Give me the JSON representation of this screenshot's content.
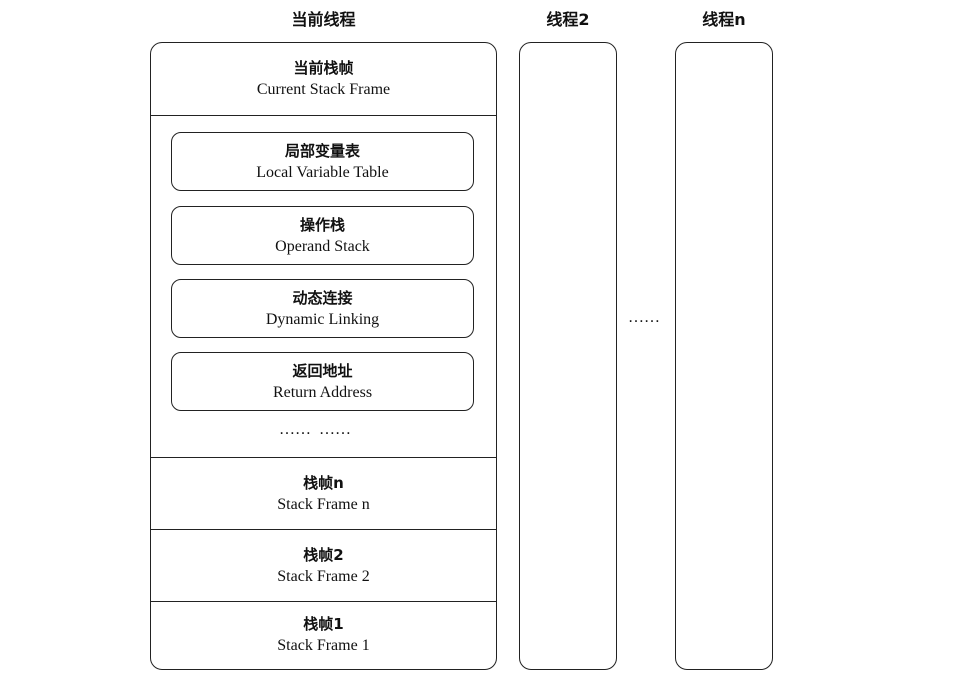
{
  "columns": {
    "current_thread": "当前线程",
    "thread2": "线程2",
    "thread_n": "线程n"
  },
  "current_frame": {
    "zh": "当前栈帧",
    "en": "Current Stack Frame"
  },
  "frame_parts": [
    {
      "zh": "局部变量表",
      "en": "Local Variable Table"
    },
    {
      "zh": "操作栈",
      "en": "Operand Stack"
    },
    {
      "zh": "动态连接",
      "en": "Dynamic Linking"
    },
    {
      "zh": "返回地址",
      "en": "Return Address"
    }
  ],
  "inner_ellipsis": "……  ……",
  "between_threads_ellipsis": "……",
  "stack_frames": [
    {
      "zh": "栈帧n",
      "en": "Stack Frame n"
    },
    {
      "zh": "栈帧2",
      "en": "Stack Frame 2"
    },
    {
      "zh": "栈帧1",
      "en": "Stack Frame 1"
    }
  ]
}
